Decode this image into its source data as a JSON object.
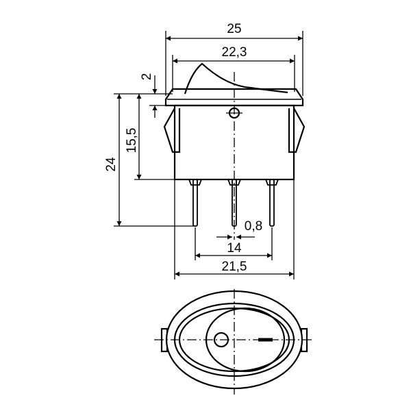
{
  "title": "Rocker switch dimensional drawing",
  "dimensions": {
    "overall_width": "25",
    "flange_width": "22,3",
    "flange_height": "2",
    "overall_height": "24",
    "body_height": "15,5",
    "pin_width": "0,8",
    "pin_spacing": "14",
    "body_width": "21,5"
  },
  "colors": {
    "line": "#000000",
    "background": "#ffffff"
  }
}
